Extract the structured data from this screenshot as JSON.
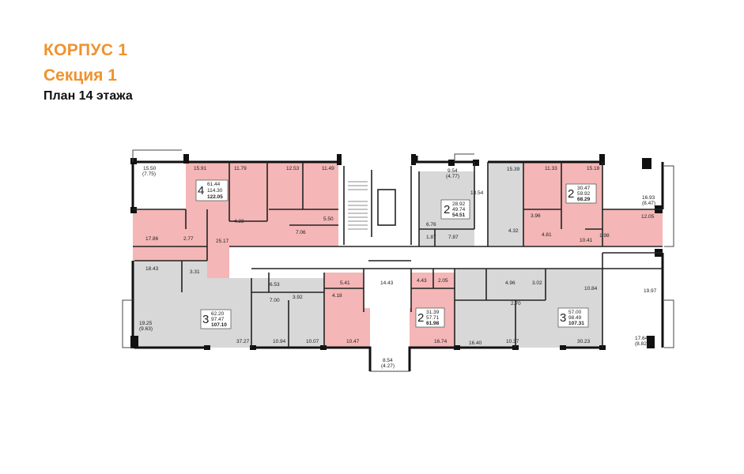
{
  "header": {
    "building": "КОРПУС 1",
    "section": "Секция 1",
    "floor_plan": "План 14 этажа"
  },
  "colors": {
    "accent": "#f0922e",
    "available": "#f4b6b6",
    "unavailable": "#d8d8d8",
    "walls": "#111111"
  },
  "apartments": [
    {
      "rooms": "4",
      "living": "61.44",
      "area": "114.30",
      "total": "122.05",
      "status": "available"
    },
    {
      "rooms": "2",
      "living": "28.92",
      "area": "49.74",
      "total": "54.51",
      "status": "unavailable"
    },
    {
      "rooms": "2",
      "living": "30.47",
      "area": "59.92",
      "total": "68.29",
      "status": "available"
    },
    {
      "rooms": "3",
      "living": "62.20",
      "area": "97.47",
      "total": "107.10",
      "status": "unavailable"
    },
    {
      "rooms": "2",
      "living": "31.39",
      "area": "57.71",
      "total": "61.98",
      "status": "available"
    },
    {
      "rooms": "3",
      "living": "57.00",
      "area": "98.49",
      "total": "107.31",
      "status": "unavailable"
    }
  ],
  "room_areas": {
    "a1": "15.50",
    "a2": "(7.75)",
    "a3": "15.91",
    "a4": "11.79",
    "a5": "12.53",
    "a6": "11.49",
    "a7": "4.22",
    "a8": "5.50",
    "a9": "25.17",
    "a10": "7.06",
    "a11": "17.86",
    "a12": "2.77",
    "a13": "3.31",
    "a14": "18.43",
    "b1": "9.54",
    "b2": "(4.77)",
    "b3": "13.54",
    "b4": "6.76",
    "b5": "1.87",
    "b6": "7.87",
    "b7": "15.39",
    "b8": "4.32",
    "c1": "11.33",
    "c2": "15.18",
    "c3": "3.96",
    "c4": "4.81",
    "c5": "10.41",
    "c6": "16.93",
    "c7": "(8.47)",
    "c8": "12.05",
    "c9": "1.98",
    "d1": "6.53",
    "d2": "7.00",
    "d3": "3.92",
    "d4": "19.25",
    "d5": "(9.63)",
    "d6": "37.27",
    "d7": "10.94",
    "d8": "10.07",
    "e1": "5.41",
    "e2": "4.18",
    "e3": "14.43",
    "e4": "4.43",
    "e5": "2.05",
    "e6": "10.47",
    "e7": "8.54",
    "e8": "(4.27)",
    "e9": "16.74",
    "f1": "4.96",
    "f2": "3.02",
    "f3": "10.84",
    "f4": "2.70",
    "f5": "19.97",
    "f6": "16.40",
    "f7": "10.37",
    "f8": "30.23",
    "f9": "17.64",
    "f10": "(8.82)"
  }
}
